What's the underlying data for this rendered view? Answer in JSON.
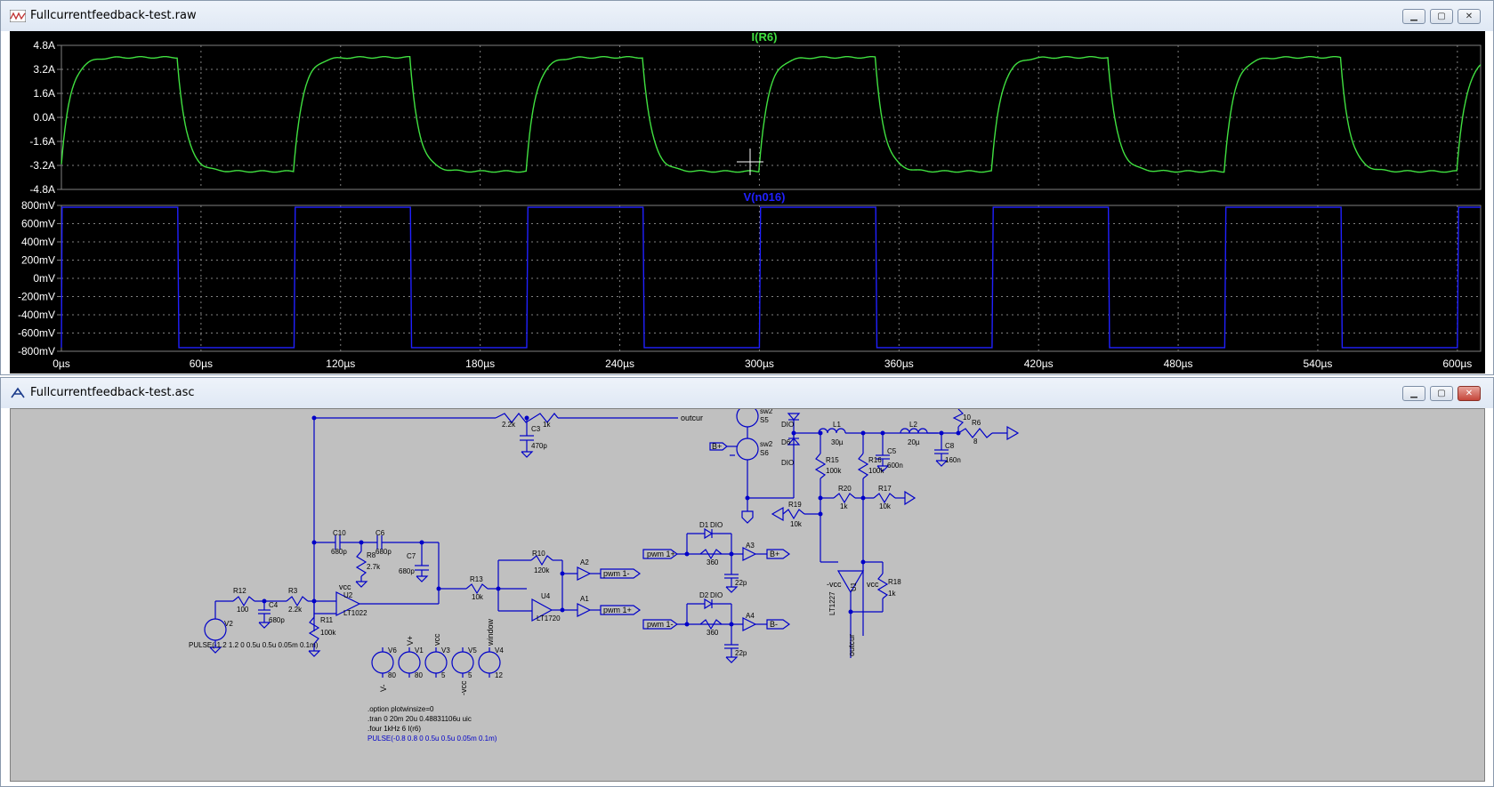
{
  "plot_window": {
    "title": "Fullcurrentfeedback-test.raw",
    "buttons": {
      "minimize": "▁",
      "maximize": "▢",
      "close": "✕"
    }
  },
  "sch_window": {
    "title": "Fullcurrentfeedback-test.asc",
    "buttons": {
      "minimize": "▁",
      "maximize": "▢",
      "close": "✕"
    }
  },
  "colors": {
    "trace1": "#40e040",
    "trace2": "#2020ff",
    "wire": "#0000c8",
    "grid": "#808080"
  },
  "chart_data": [
    {
      "type": "line",
      "title": "I(R6)",
      "yticks": [
        "4.8A",
        "3.2A",
        "1.6A",
        "0.0A",
        "-1.6A",
        "-3.2A",
        "-4.8A"
      ],
      "ylim": [
        -4.8,
        4.8
      ],
      "xlim": [
        0,
        610
      ],
      "series": [
        {
          "name": "I(R6)",
          "waveform": "square-ish with rise/fall, period 100µs",
          "high": 4.0,
          "low": -3.6
        }
      ]
    },
    {
      "type": "line",
      "title": "V(n016)",
      "yticks": [
        "800mV",
        "600mV",
        "400mV",
        "200mV",
        "0mV",
        "-200mV",
        "-400mV",
        "-600mV",
        "-800mV"
      ],
      "ylim": [
        -800,
        800
      ],
      "xticks": [
        "0µs",
        "60µs",
        "120µs",
        "180µs",
        "240µs",
        "300µs",
        "360µs",
        "420µs",
        "480µs",
        "540µs",
        "600µs"
      ],
      "xlim": [
        0,
        610
      ],
      "series": [
        {
          "name": "V(n016)",
          "high": 780,
          "low": -760,
          "period_us": 100,
          "duty": 0.5
        }
      ]
    }
  ],
  "schematic": {
    "labels": {
      "outcur_top": "outcur",
      "outcur_bot": "outcur",
      "pwm1p_in": "pwm 1+",
      "pwm1m_in": "pwm 1-",
      "pwm1m_out": "pwm 1-",
      "pwm1p_out": "pwm 1+",
      "bplus": "B+",
      "bminus": "B-",
      "window": "window",
      "vplus": "V+",
      "vminus": "V-",
      "vcc": "vcc",
      "mvcc": "-vcc"
    },
    "parts": {
      "R12": "R12",
      "R12v": "100",
      "R3": "R3",
      "R3v": "2.2k",
      "C4": "C4",
      "C4v": "680p",
      "R11": "R11",
      "R11v": "100k",
      "U2": "U2",
      "U2m": "LT1022",
      "C10": "C10",
      "C10v": "680p",
      "C6": "C6",
      "C6v": "680p",
      "R8": "R8",
      "R8v": "2.7k",
      "C7": "C7",
      "C7v": "680p",
      "R13": "R13",
      "R13v": "10k",
      "R10": "R10",
      "R10v": "120k",
      "U4": "U4",
      "U4m": "LT1720",
      "A2": "A2",
      "A1": "A1",
      "C3": "C3",
      "C3v": "470p",
      "R4v": "2.2k",
      "R5v": "1k",
      "D1": "D1",
      "D1m": "DIO",
      "D2": "D2",
      "D2m": "DIO",
      "R360a": "360",
      "R360b": "360",
      "C22a": "22p",
      "C22b": "22p",
      "A3": "A3",
      "A4": "A4",
      "S5": "S5",
      "S6": "S6",
      "sw1": "sw2",
      "sw2": "sw2",
      "D5m": "DIO",
      "D6": "D6",
      "D6m": "DIO",
      "L1": "L1",
      "L1v": "30µ",
      "L2": "L2",
      "L2v": "20µ",
      "R15": "R15",
      "R15v": "100k",
      "R16": "R16",
      "R16v": "100k",
      "C5": "C5",
      "C5v": "600n",
      "C8": "C8",
      "C8v": "160n",
      "R6": "R6",
      "R6v": "8",
      "R7v": "10",
      "R19": "R19",
      "R19v": "10k",
      "R20": "R20",
      "R20v": "1k",
      "R17": "R17",
      "R17v": "10k",
      "R18": "R18",
      "R18v": "1k",
      "U1": "U1",
      "U1m": "LT1227",
      "V2": "V2",
      "V6": "V6",
      "V6v": "80",
      "V1": "V1",
      "V1v": "80",
      "V3": "V3",
      "V3v": "5",
      "V5": "V5",
      "V5v": "5",
      "V4": "V4",
      "V4v": "12"
    },
    "pulse_v2": "PULSE(-1.2 1.2 0 0.5u 0.5u 0.05m 0.1m)",
    "directives": [
      ".option plotwinsize=0",
      ".tran 0 20m 20u 0.48831106u uic",
      ".four 1kHz 6  I(r6)"
    ],
    "pulse_directive": "PULSE(-0.8 0.8 0 0.5u 0.5u 0.05m 0.1m)"
  }
}
